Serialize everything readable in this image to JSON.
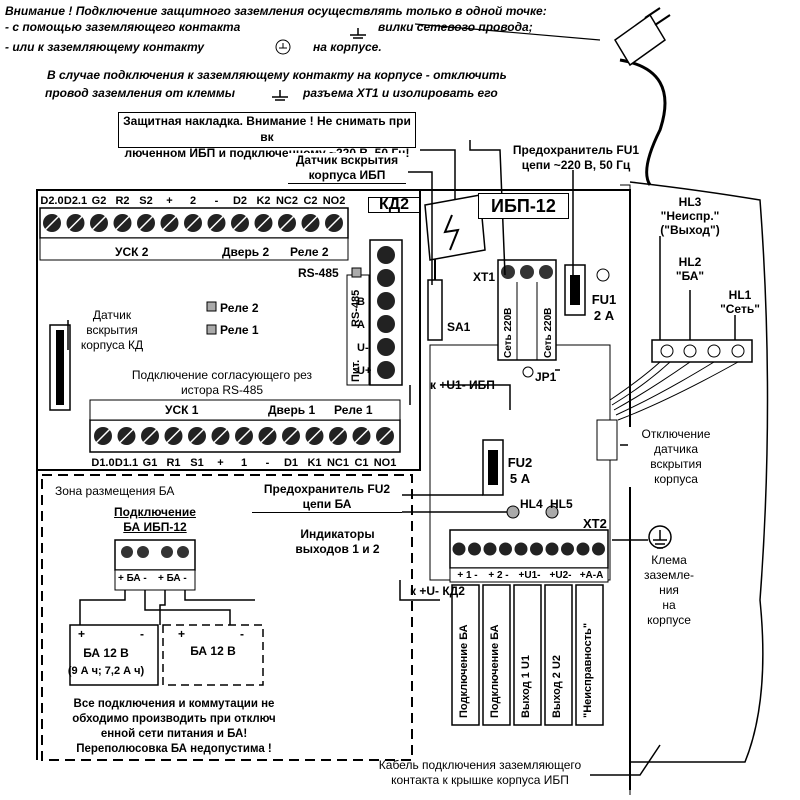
{
  "warning": {
    "line1": "Внимание ! Подключение защитного заземления осуществлять только в одной точке:",
    "line2a": "- с помощью заземляющего контакта",
    "line2b": "вилки сетевого провода;",
    "line3a": "- или к заземляющему контакту",
    "line3b": "на корпусе.",
    "line4": "В случае подключения к заземляющему контакту на корпусе - отключить",
    "line5a": "провод заземления от клеммы",
    "line5b": "разъема ХТ1 и изолировать его"
  },
  "callouts": {
    "overlay": [
      "Защитная накладка. Внимание ! Не снимать при вк",
      "люченном ИБП и подключенному ~220 В, 50 Гц!"
    ],
    "fuse_fu1": [
      "Предохранитель FU1",
      "цепи ~220 В, 50 Гц"
    ],
    "case_sensor_ibp": [
      "Датчик вскрытия",
      "корпуса ИБП"
    ],
    "hl3": [
      "HL3",
      "\"Неиспр.\"",
      "(\"Выход\")"
    ],
    "hl2": [
      "HL2",
      "\"БА\""
    ],
    "hl1": [
      "HL1",
      "\"Сеть\""
    ],
    "case_sensor_kd": [
      "Датчик",
      "вскрытия",
      "корпуса КД"
    ],
    "rs485_resistor": [
      "Подключение согласующего рез",
      "истора RS-485"
    ],
    "disconnect_sensor": [
      "Отключение",
      "датчика",
      "вскрытия",
      "корпуса"
    ],
    "fuse_fu2": [
      "Предохранитель FU2",
      "цепи БА"
    ],
    "indicators": [
      "Индикаторы",
      "выходов 1 и 2"
    ],
    "ground_terminal": [
      "Клема",
      "заземле-",
      "ния",
      "на",
      "корпусе"
    ],
    "cable": [
      "Кабель подключения заземляющего",
      "контакта к крышке корпуса ИБП"
    ]
  },
  "kd2": {
    "title": "КД2",
    "top_terminals": [
      "D2.0",
      "D2.1",
      "G2",
      "R2",
      "S2",
      "+",
      "2",
      "-",
      "D2",
      "K2",
      "NC2",
      "C2",
      "NO2"
    ],
    "top_groups": [
      "УСК 2",
      "Дверь 2",
      "Реле 2"
    ],
    "rs485_label": "RS-485",
    "relay2": "Реле 2",
    "relay1": "Реле 1",
    "side_labels": [
      "RS-485",
      "Пит."
    ],
    "side_pins": [
      "B",
      "A",
      "U-",
      "U+"
    ],
    "bottom_groups": [
      "УСК 1",
      "Дверь 1",
      "Реле 1"
    ],
    "bottom_terminals": [
      "D1.0",
      "D1.1",
      "G1",
      "R1",
      "S1",
      "+",
      "1",
      "-",
      "D1",
      "K1",
      "NC1",
      "C1",
      "NO1"
    ],
    "u1_label": "к +U1- ИБП"
  },
  "ibp": {
    "title": "ИБП-12",
    "xt1": "ХТ1",
    "xt1_pins": [
      "Сеть 220В",
      "Сеть 220В"
    ],
    "fu1": [
      "FU1",
      "2 А"
    ],
    "sa1": "SA1",
    "jp1": "JP1",
    "fu2": [
      "FU2",
      "5 А"
    ],
    "hl4": "HL4",
    "hl5": "HL5",
    "xt2": "ХТ2",
    "xt2_pins": [
      "+ 1 -",
      "+ 2 -",
      "+U1-",
      "+U2-",
      "+A-A"
    ],
    "xt2_outputs": [
      "Подключение БА",
      "Подключение БА",
      "Выход 1 U1",
      "Выход 2 U2",
      "\"Неисправность\""
    ],
    "kd2_ref": "к +U-  КД2"
  },
  "battery_zone": {
    "title": "Зона размещения БА",
    "connect": [
      "Подключение",
      "БА ИБП-12"
    ],
    "terminal_labels": [
      "+ БА -",
      "+ БА -"
    ],
    "battery1": [
      "БА 12 В",
      "(9 А ч; 7,2 А ч)"
    ],
    "battery2": [
      "БА 12 В"
    ],
    "polarity": [
      "+",
      "-"
    ],
    "note": [
      "Все подключения и коммутации не",
      "обходимо производить при отключ",
      "енной сети питания и БА!",
      "Переполюсовка БА недопустима !"
    ]
  },
  "colors": {
    "line": "#000000",
    "terminal": "#222222",
    "fill_gray": "#d9d9d9"
  }
}
